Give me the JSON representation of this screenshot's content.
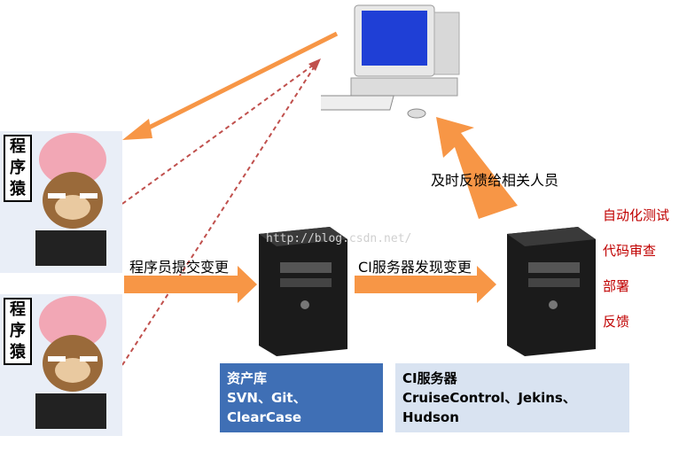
{
  "programmer_sign_top": "程序猿",
  "programmer_sign_bottom": "程序猿",
  "commit_label": "程序员提交变更",
  "detect_label": "CI服务器发现变更",
  "feedback_label": "及时反馈给相关人员",
  "ci_tasks": [
    "自动化测试",
    "代码审查",
    "部署",
    "反馈"
  ],
  "repo_box": {
    "title": "资产库",
    "subtitle": "SVN、Git、ClearCase"
  },
  "ci_box": {
    "title": "CI服务器",
    "subtitle": "CruiseControl、Jekins、Hudson"
  },
  "watermark": "http://blog.csdn.net/",
  "colors": {
    "arrow": "#f79646",
    "dashed": "#c0504d",
    "repo_box": "#3f6fb5",
    "ci_box": "#d9e3f1",
    "task_text": "#c00000"
  },
  "icons": [
    "computer-icon",
    "server-icon",
    "monkey-programmer-icon"
  ]
}
